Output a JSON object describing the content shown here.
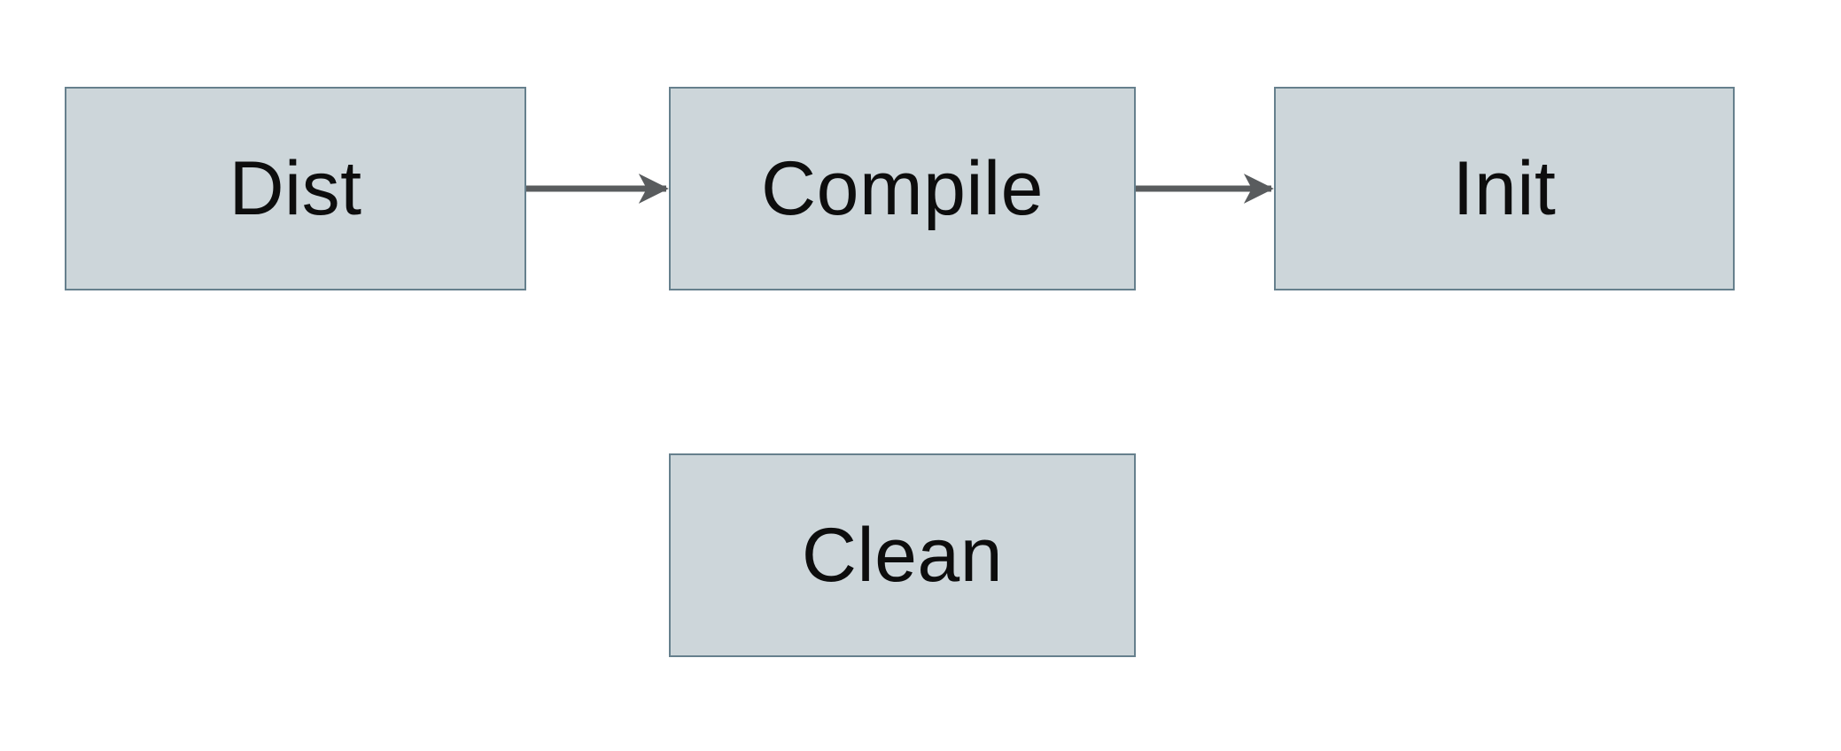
{
  "diagram": {
    "nodes": [
      {
        "id": "dist",
        "label": "Dist"
      },
      {
        "id": "compile",
        "label": "Compile"
      },
      {
        "id": "init",
        "label": "Init"
      },
      {
        "id": "clean",
        "label": "Clean"
      }
    ],
    "edges": [
      {
        "from": "dist",
        "to": "compile",
        "style": "arrow-right"
      },
      {
        "from": "compile",
        "to": "init",
        "style": "arrow-right"
      }
    ],
    "colors": {
      "background": "#ffffff",
      "node_fill": "#cdd6da",
      "node_border": "#66808d",
      "arrow": "#595c5e",
      "text": "#0d0d0d"
    }
  }
}
